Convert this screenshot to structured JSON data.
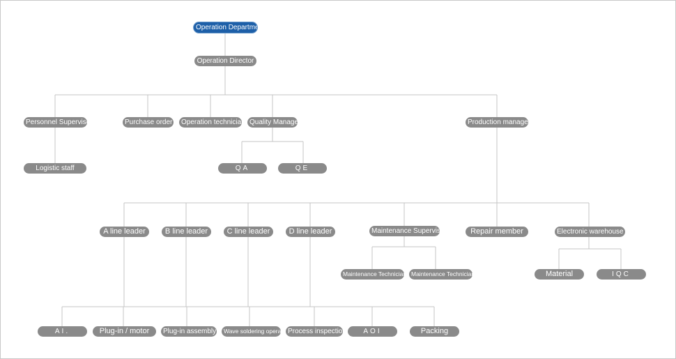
{
  "diagram": {
    "colors": {
      "root_fill": "#1d5fa8",
      "node_fill": "#8a8a8a",
      "node_text": "#ffffff",
      "connector": "#c4c4c4"
    },
    "nodes": {
      "operation_department": "Operation Department",
      "operation_director": "Operation Director",
      "personnel_supervisor": "Personnel Supervisor",
      "purchase_order": "Purchase order",
      "operation_technician": "Operation technician",
      "quality_manager": "Quality Manager",
      "production_manager": "Production manager",
      "logistic_staff": "Logistic staff",
      "qa": "QA",
      "qe": "QE",
      "a_line_leader": "A line leader",
      "b_line_leader": "B line leader",
      "c_line_leader": "C line leader",
      "d_line_leader": "D line leader",
      "maintenance_supervisor": "Maintenance Supervisor",
      "repair_member": "Repair member",
      "electronic_warehouse": "Electronic warehouse",
      "maintenance_technician_1": "Maintenance Technician",
      "maintenance_technician_2": "Maintenance Technician",
      "material": "Material",
      "iqc": "IQC",
      "ai": "AI.",
      "plugin_motor": "Plug-in / motor",
      "plugin_assembly": "Plug-in assembly",
      "wave_soldering_operator": "Wave soldering operator",
      "process_inspection": "Process inspection",
      "aoi": "AOI",
      "packing": "Packing"
    }
  }
}
